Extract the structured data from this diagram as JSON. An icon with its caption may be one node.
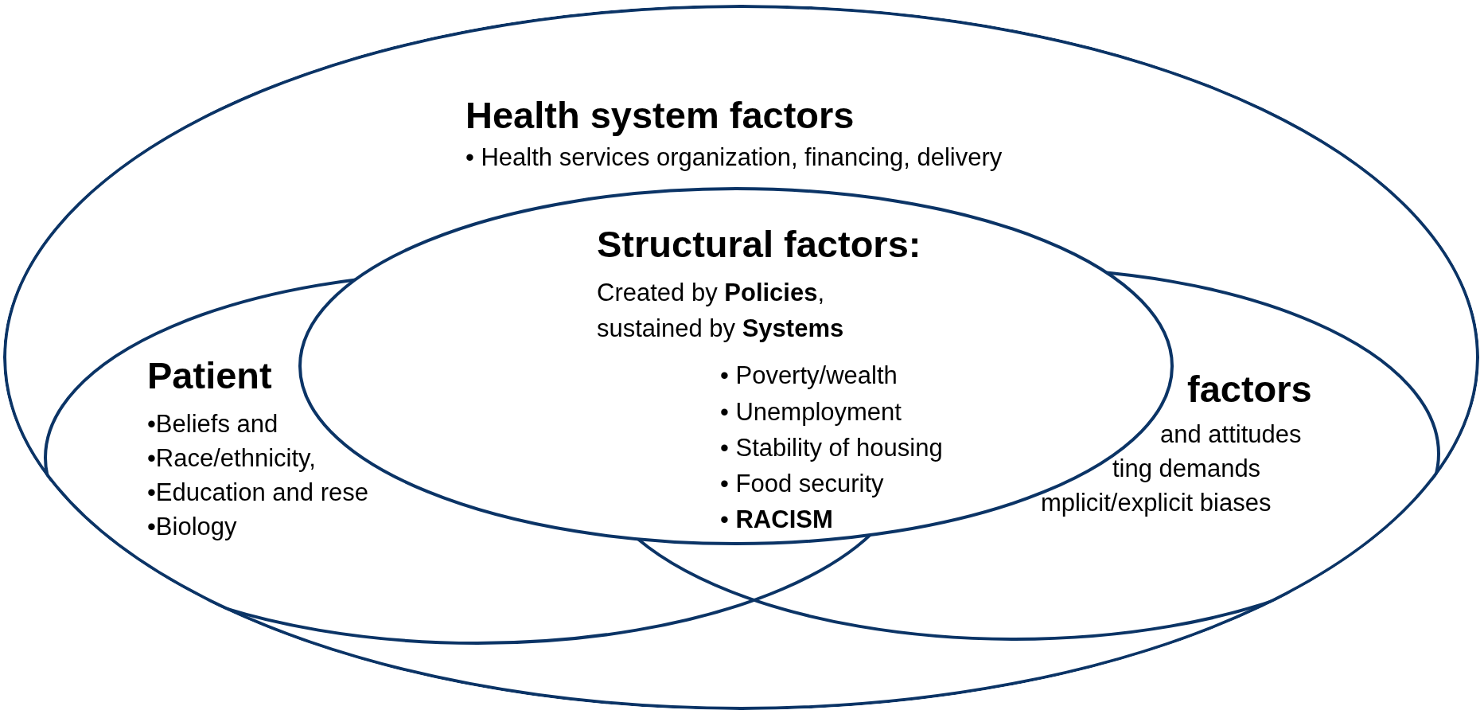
{
  "diagram": {
    "nodes": [
      {
        "text": [
          "Health system factors",
          "• Health services organization, financing, delivery"
        ]
      },
      {
        "text": [
          "Patient",
          "•Beliefs and",
          "•Race/ethnicity,",
          "•Education and rese",
          "•Biology"
        ],
        "in": 0
      },
      {
        "text": [
          "factors",
          "and attitudes",
          "ting demands",
          "mplicit/explicit biases"
        ],
        "in": 0
      },
      {
        "text": [
          "Structural factors:",
          "Created by **Policies**, sustained by **Systems**",
          "• Poverty/wealth",
          "• Unemployment",
          "• Stability of housing",
          "• Food security",
          "• **RACISM**"
        ],
        "in": 0
      }
    ]
  }
}
